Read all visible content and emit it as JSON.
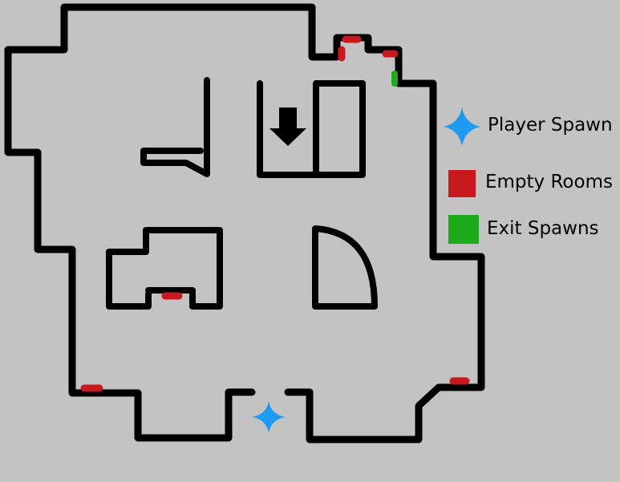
{
  "colors": {
    "background": "#c3c3c3",
    "wall": "#000000",
    "player_spawn": "#1e9bf0",
    "empty_room": "#c8191e",
    "exit_spawn": "#1aaa1a"
  },
  "legend": {
    "player_spawn_label": "Player Spawn",
    "empty_rooms_label": "Empty Rooms",
    "exit_spawns_label": "Exit Spawns"
  },
  "icons": {
    "player_spawn": "four-point-star-icon",
    "direction_marker": "down-arrow-icon"
  }
}
